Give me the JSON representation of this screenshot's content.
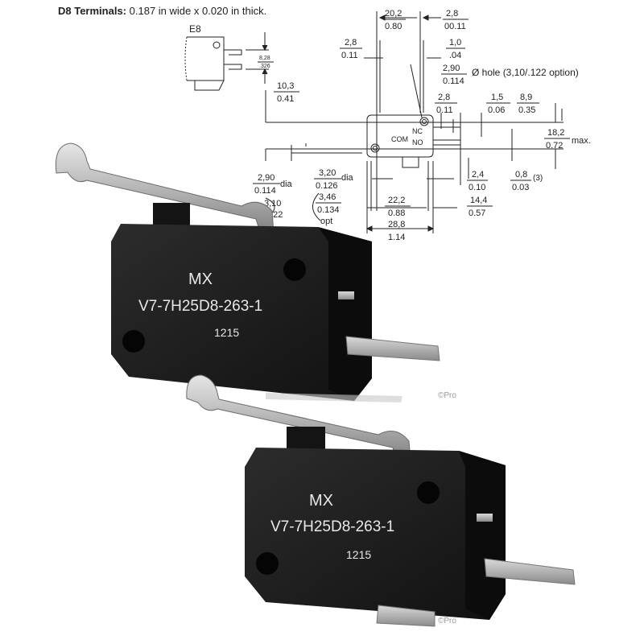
{
  "header": {
    "title": "D8 Terminals:",
    "description": "0.187 in wide x 0.020 in thick."
  },
  "terminal_detail": {
    "label": "E8",
    "dim_top": "8,28",
    "dim_bottom": ".326"
  },
  "dimensions": {
    "d_20_2": {
      "top": "20,2",
      "bottom": "0.80"
    },
    "d_2_8a": {
      "top": "2,8",
      "bottom": "0.11"
    },
    "d_2_8b": {
      "top": "2,8",
      "bottom": "00.11"
    },
    "d_1_0": {
      "top": "1,0",
      "bottom": ".04"
    },
    "d_2_90a": {
      "top": "2,90",
      "bottom": "0.114"
    },
    "hole_note": "Ø hole (3,10/.122 option)",
    "d_10_3": {
      "top": "10,3",
      "bottom": "0.41"
    },
    "d_2_8c": {
      "top": "2,8",
      "bottom": "0.11"
    },
    "d_1_5": {
      "top": "1,5",
      "bottom": "0.06"
    },
    "d_8_9": {
      "top": "8,9",
      "bottom": "0.35"
    },
    "d_18_2": {
      "top": "18,2",
      "bottom": "0.72",
      "suffix": "max."
    },
    "d_2_90b": {
      "top": "2,90",
      "bottom": "0.114",
      "suffix": "dia"
    },
    "d_3_10": {
      "top": "3,10",
      "bottom": ".122"
    },
    "d_3_20": {
      "top": "3,20",
      "bottom": "0.126",
      "suffix": "dia"
    },
    "d_3_46": {
      "top": "3,46",
      "bottom": "0.134",
      "note": "opt"
    },
    "d_2_4": {
      "top": "2,4",
      "bottom": "0.10"
    },
    "d_0_8": {
      "top": "0,8",
      "bottom": "0.03",
      "suffix": "(3)"
    },
    "d_22_2": {
      "top": "22,2",
      "bottom": "0.88"
    },
    "d_14_4": {
      "top": "14,4",
      "bottom": "0.57"
    },
    "d_28_8": {
      "top": "28,8",
      "bottom": "1.14"
    }
  },
  "terminal_labels": {
    "nc": "NC",
    "no": "NO",
    "com": "COM"
  },
  "switch_markings": {
    "brand": "MX",
    "part_number": "V7-7H25D8-263-1",
    "date_code": "1215"
  },
  "watermark": "©Pro",
  "colors": {
    "body": "#1c1c1c",
    "lever": "#b9b9b9",
    "text": "#222222"
  }
}
